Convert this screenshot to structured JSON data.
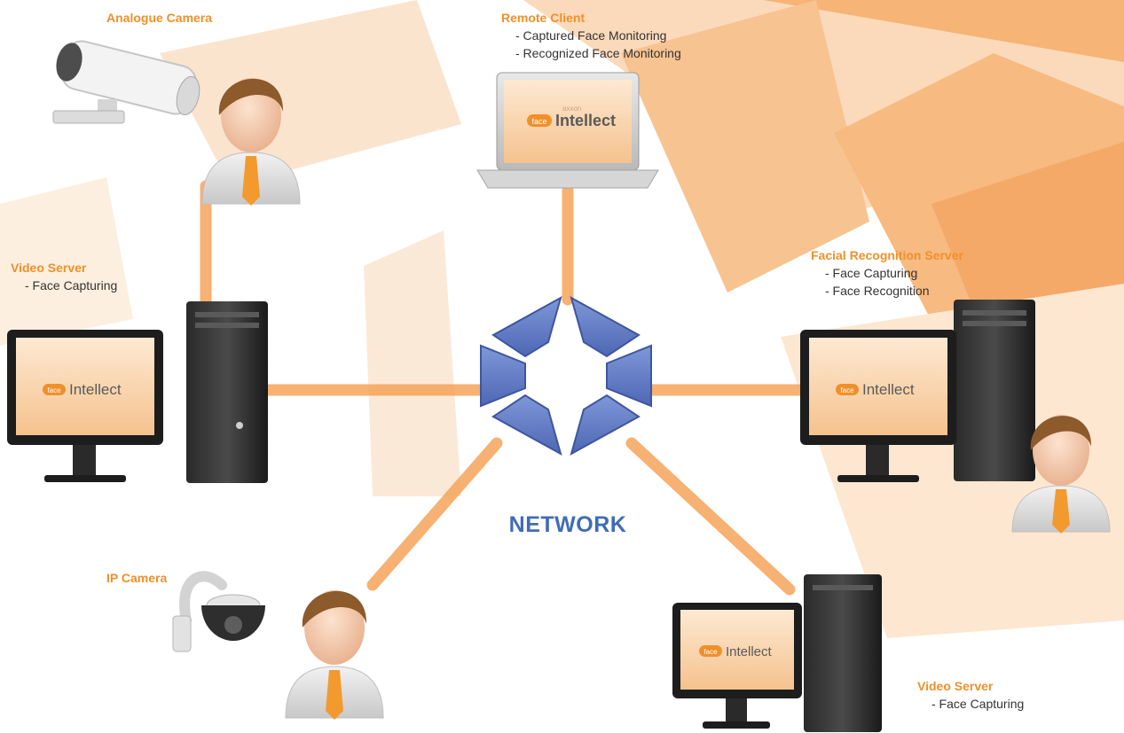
{
  "colors": {
    "accent": "#f0902a",
    "network": "#3f6db5",
    "link": "#f6a45a"
  },
  "network": {
    "label": "NETWORK"
  },
  "brand": {
    "prefix": "face",
    "name": "Intellect",
    "maker": "axxon"
  },
  "nodes": {
    "analogue_camera": {
      "title": "Analogue Camera"
    },
    "remote_client": {
      "title": "Remote Client",
      "items": [
        "- Captured Face Monitoring",
        "- Recognized Face Monitoring"
      ]
    },
    "video_server_left": {
      "title": "Video Server",
      "items": [
        "- Face Capturing"
      ]
    },
    "facial_recognition_server": {
      "title": "Facial Recognition Server",
      "items": [
        "- Face Capturing",
        "- Face Recognition"
      ]
    },
    "ip_camera": {
      "title": "IP Camera"
    },
    "video_server_bottom": {
      "title": "Video Server",
      "items": [
        "- Face Capturing"
      ]
    }
  }
}
